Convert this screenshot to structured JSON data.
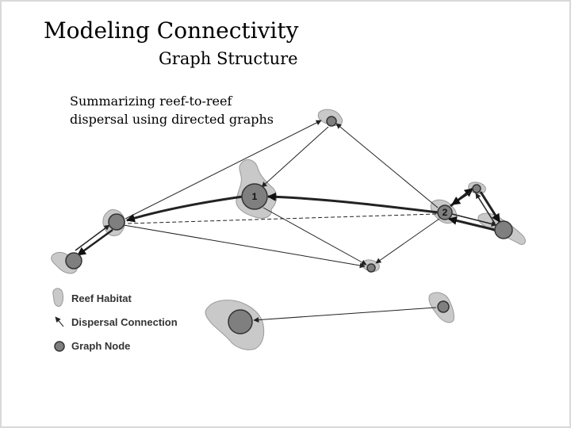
{
  "slide": {
    "title": "Modeling Connectivity",
    "subtitle": "Graph Structure",
    "description": "Summarizing reef-to-reef dispersal using directed graphs"
  },
  "diagram": {
    "node_labels": {
      "node_1": "1",
      "node_2": "2"
    },
    "legend": {
      "reef_habitat": "Reef Habitat",
      "dispersal_connection": "Dispersal Connection",
      "graph_node": "Graph Node"
    },
    "colors": {
      "reef_fill": "#c9c9c9",
      "reef_stroke": "#9a9a9a",
      "node_fill": "#7f7f7f",
      "node_stroke": "#333333",
      "edge": "#222222"
    }
  }
}
